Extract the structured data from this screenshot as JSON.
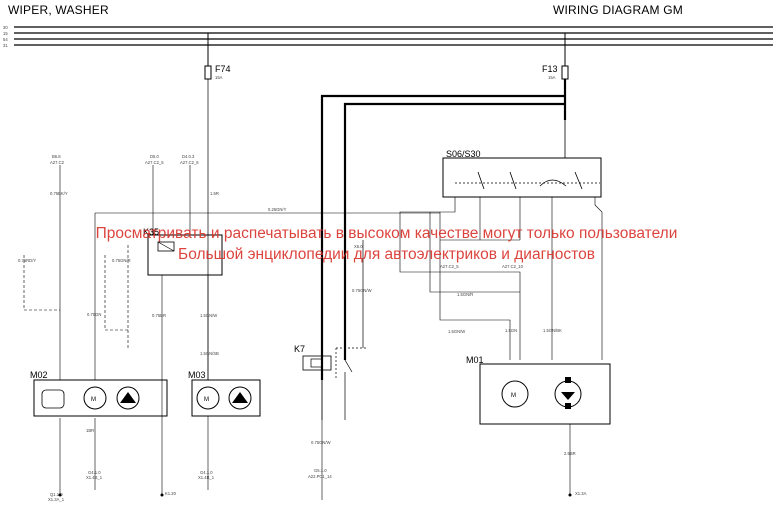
{
  "header": {
    "left_title": "WIPER, WASHER",
    "right_title": "WIRING DIAGRAM GM"
  },
  "watermark": {
    "line1": "Просматривать и распечатывать в высоком качестве могут только пользователи",
    "line2": "Большой энциклопедии для автоэлектриков и диагностов",
    "color": "#d9302a"
  },
  "bus": {
    "labels": [
      "30",
      "15",
      "54",
      "31"
    ]
  },
  "fuses": {
    "f74": {
      "name": "F74",
      "rating": "15A"
    },
    "f13": {
      "name": "F13",
      "rating": "15A"
    }
  },
  "components": {
    "s06": "S06/S30",
    "k35": "K35",
    "k7": "K7",
    "m01": "M01",
    "m02": "M02",
    "m03": "M03"
  },
  "labels": {
    "top_a": "B6.8",
    "top_a2": "A27.C2",
    "top_b": "D5.0",
    "top_b2": "A27.C2_5",
    "top_c": "D4.0.3",
    "top_c2": "A27.C2_6",
    "w_075bk": "0.75BK/Y",
    "w_075gnr": "0.75GN/R",
    "w_075gn": "0.75GN",
    "w_15r": "1.5R",
    "w_075rd": "0.75RD/Y",
    "w_025gny": "0.25GN/Y",
    "w_15gnsb": "1.5GN/SB",
    "w_15gnw": "1.5GN/W",
    "w_15gnw2": "1.5GN/W",
    "w_25br": "2.5BR",
    "w_1br": "1BR",
    "w_075br": "0.75BR",
    "b_q1": "Q1.1.0",
    "b_q1b": "X1.3A_1",
    "b_g1": "G4.1.0",
    "b_g1b": "X1.4B_1",
    "b_k1": "K1.20",
    "b_g2": "G4.1.0",
    "b_g2b": "X1.4B_1",
    "b_k7": "G5.1.0",
    "b_k7b": "A22.PC1_14",
    "b_x1": "X1.3A",
    "c_a27a": "A27.C2_5",
    "c_a27b": "A27.C2_10",
    "c_x65": "X6.0",
    "w_15gnr": "1.5GN/R",
    "w_15gn": "1.5GN",
    "w_15gnbk": "1.5GN/BK",
    "w_075gnw": "0.75GN/W"
  }
}
